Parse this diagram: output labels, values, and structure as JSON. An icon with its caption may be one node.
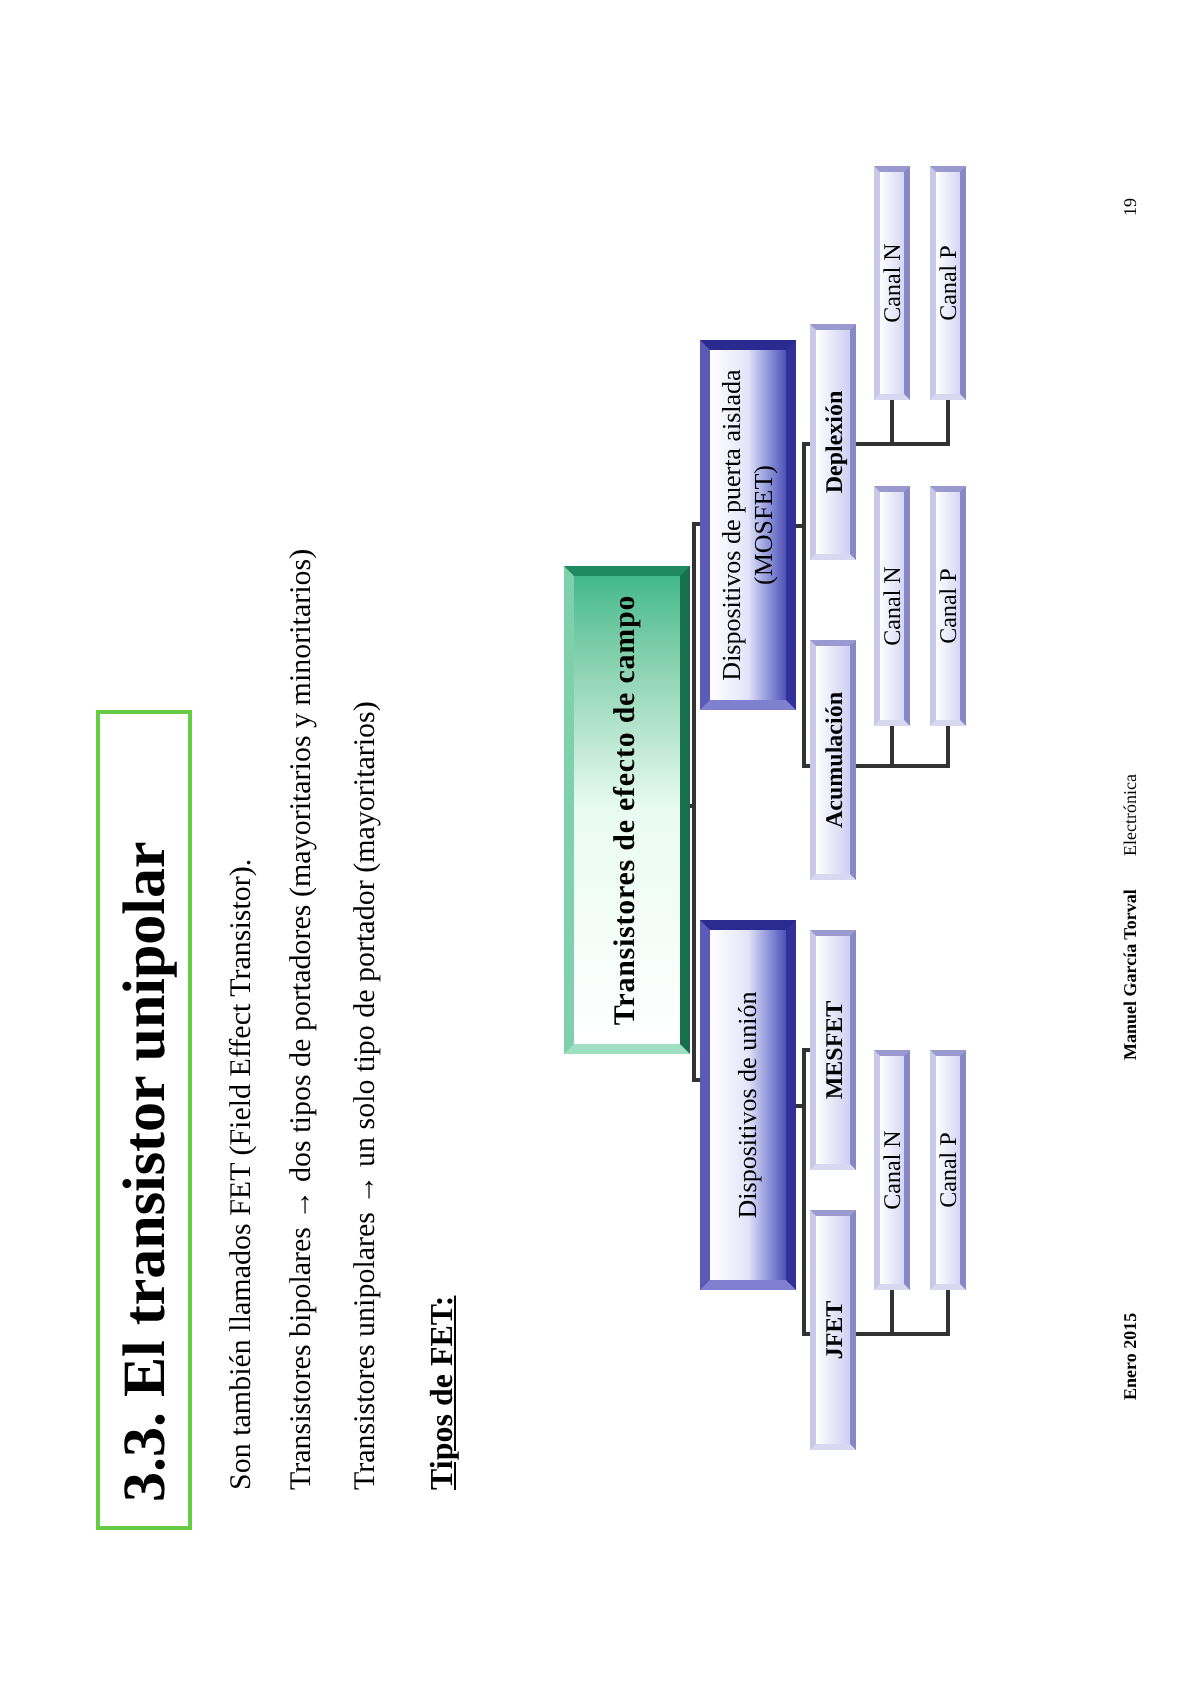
{
  "diagram": {
    "title": "3.3. El transistor unipolar",
    "nodes": [
      {
        "text": [
          "Transistores de efecto de campo"
        ]
      },
      {
        "text": [
          "Dispositivos de unión"
        ]
      },
      {
        "text": [
          "Dispositivos de puerta aislada (MOSFET)"
        ]
      },
      {
        "text": [
          "JFET"
        ]
      },
      {
        "text": [
          "MESFET"
        ]
      },
      {
        "text": [
          "Canal N"
        ]
      },
      {
        "text": [
          "Canal P"
        ]
      },
      {
        "text": [
          "Acumulación"
        ]
      },
      {
        "text": [
          "Deplexión"
        ]
      },
      {
        "text": [
          "Canal N"
        ]
      },
      {
        "text": [
          "Canal P"
        ]
      },
      {
        "text": [
          "Canal N"
        ]
      },
      {
        "text": [
          "Canal P"
        ]
      }
    ],
    "edges": [
      {
        "from": 0,
        "to": 1,
        "arrow": "none"
      },
      {
        "from": 0,
        "to": 2,
        "arrow": "none"
      },
      {
        "from": 1,
        "to": 3,
        "arrow": "none"
      },
      {
        "from": 1,
        "to": 4,
        "arrow": "none"
      },
      {
        "from": 3,
        "to": 5,
        "arrow": "none"
      },
      {
        "from": 3,
        "to": 6,
        "arrow": "none"
      },
      {
        "from": 2,
        "to": 7,
        "arrow": "none"
      },
      {
        "from": 2,
        "to": 8,
        "arrow": "none"
      },
      {
        "from": 7,
        "to": 9,
        "arrow": "none"
      },
      {
        "from": 7,
        "to": 10,
        "arrow": "none"
      },
      {
        "from": 8,
        "to": 11,
        "arrow": "none"
      },
      {
        "from": 8,
        "to": 12,
        "arrow": "none"
      }
    ],
    "labels": [
      "Son también llamados FET (Field Effect Transistor).",
      "Transistores bipolares → dos tipos de portadores (mayoritarios y minoritarios)",
      "Transistores unipolares → un solo tipo de portador (mayoritarios)",
      "Tipos de FET:",
      "Enero 2015",
      "Manuel García Torval",
      "Electrónica",
      "19"
    ]
  }
}
